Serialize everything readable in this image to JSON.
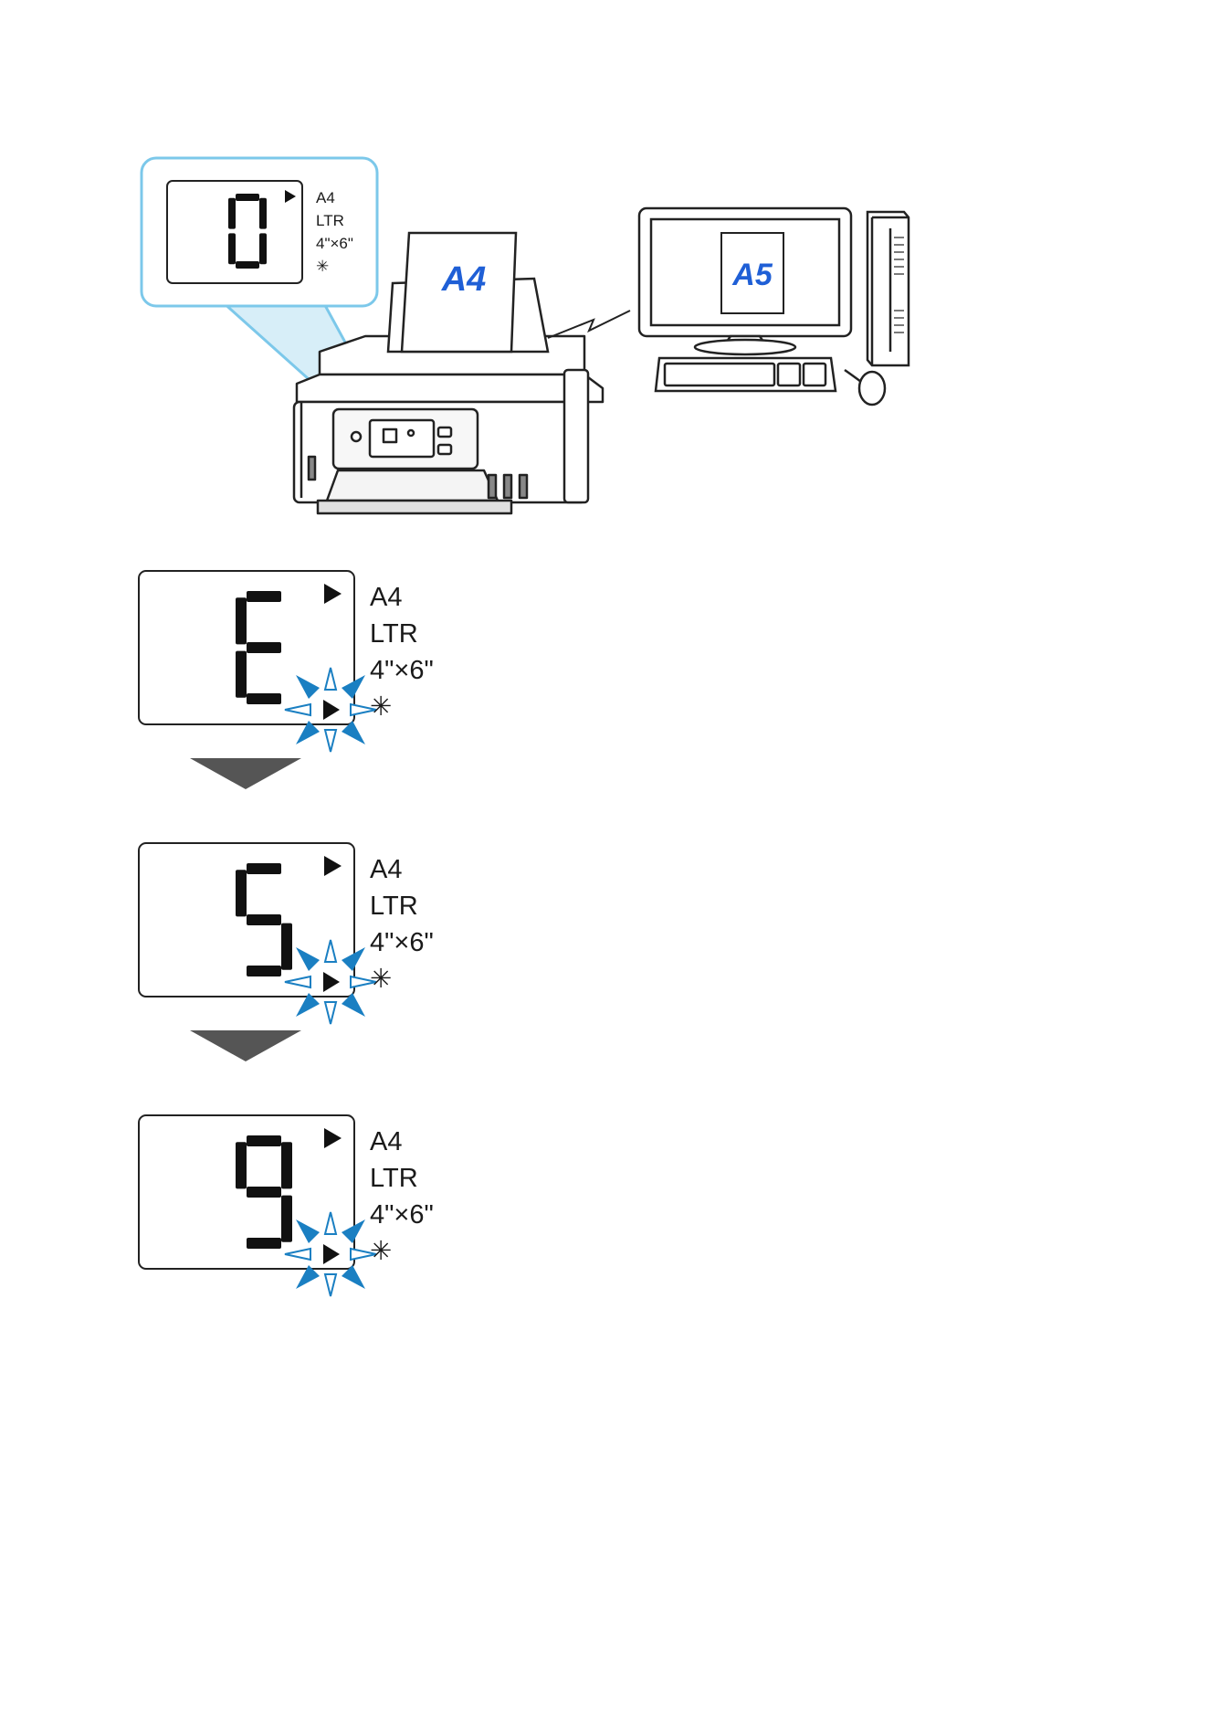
{
  "illustration": {
    "callout_lcd": {
      "digit": "0",
      "labels": [
        "A4",
        "LTR",
        "4\"×6\"",
        "✳"
      ]
    },
    "printer_paper_label": "A4",
    "monitor_paper_label": "A5",
    "accent_color": "#1f5fd6",
    "callout_border_color": "#7cc8ea"
  },
  "lcd_panels": [
    {
      "digit": "E",
      "labels": [
        "A4",
        "LTR",
        "4\"×6\"",
        "✳"
      ],
      "blinking": true
    },
    {
      "digit": "5",
      "labels": [
        "A4",
        "LTR",
        "4\"×6\"",
        "✳"
      ],
      "blinking": true
    },
    {
      "digit": "9",
      "labels": [
        "A4",
        "LTR",
        "4\"×6\"",
        "✳"
      ],
      "blinking": true
    }
  ],
  "blink_color": "#1a7fc2",
  "arrow_color": "#555555"
}
